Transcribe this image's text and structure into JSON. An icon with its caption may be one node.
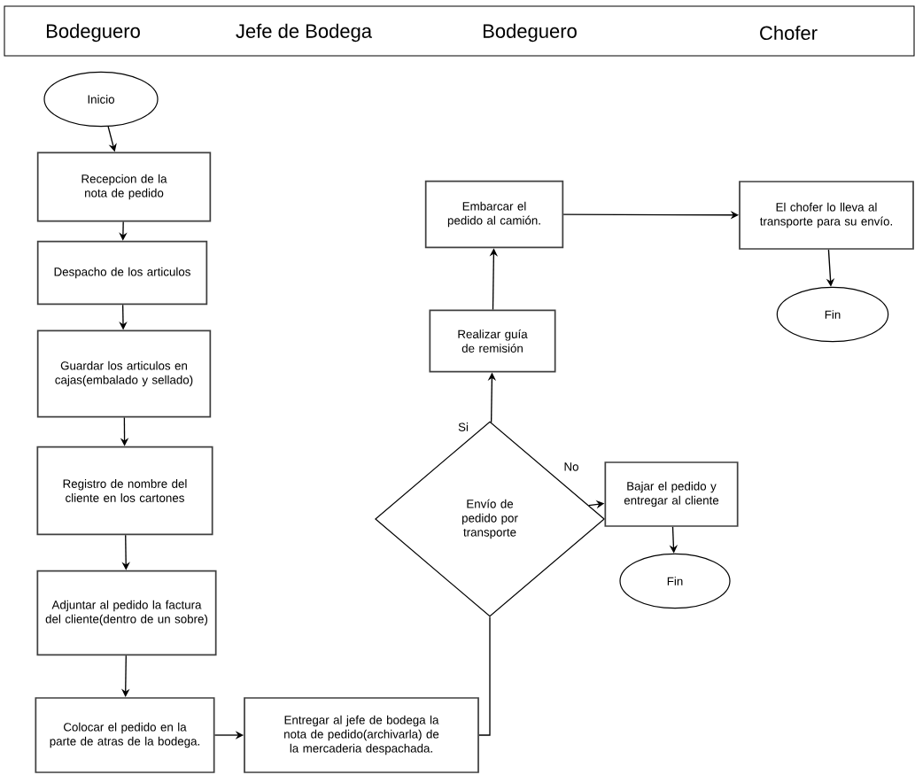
{
  "diagram": {
    "nodes": [
      {
        "text": [
          "Inicio"
        ]
      },
      {
        "text": [
          "Recepcion de la nota de pedido"
        ]
      },
      {
        "text": [
          "Despacho de los articulos"
        ]
      },
      {
        "text": [
          "Guardar los articulos en cajas(embalado y sellado)"
        ]
      },
      {
        "text": [
          "Registro de nombre del cliente en los cartones"
        ]
      },
      {
        "text": [
          "Adjuntar al pedido la factura del cliente(dentro de un sobre)"
        ]
      },
      {
        "text": [
          "Colocar el pedido en la parte de atras de la bodega."
        ]
      },
      {
        "text": [
          "Entregar al jefe de bodega la nota de pedido(archivarla) de la mercaderia despachada."
        ]
      },
      {
        "text": [
          "Envío de pedido por transporte"
        ]
      },
      {
        "text": [
          "Realizar guía de remisión"
        ]
      },
      {
        "text": [
          "Embarcar el pedido al camión."
        ]
      },
      {
        "text": [
          "El chofer lo lleva al transporte para su envío."
        ]
      },
      {
        "text": [
          "Fin"
        ]
      },
      {
        "text": [
          "Bajar el pedido y entregar al cliente"
        ]
      },
      {
        "text": [
          "Fin"
        ]
      }
    ],
    "edges": [
      {
        "from": 0,
        "to": 1,
        "arrow": "to"
      },
      {
        "from": 1,
        "to": 2,
        "arrow": "to"
      },
      {
        "from": 2,
        "to": 3,
        "arrow": "to"
      },
      {
        "from": 3,
        "to": 4,
        "arrow": "to"
      },
      {
        "from": 4,
        "to": 5,
        "arrow": "to"
      },
      {
        "from": 5,
        "to": 6,
        "arrow": "to"
      },
      {
        "from": 6,
        "to": 7,
        "arrow": "to"
      },
      {
        "from": 7,
        "to": 8,
        "arrow": "none"
      },
      {
        "from": 8,
        "to": 9,
        "label": "Si",
        "arrow": "to"
      },
      {
        "from": 9,
        "to": 10,
        "arrow": "to"
      },
      {
        "from": 10,
        "to": 11,
        "arrow": "to"
      },
      {
        "from": 11,
        "to": 12,
        "arrow": "to"
      },
      {
        "from": 8,
        "to": 13,
        "label": "No",
        "arrow": "to"
      },
      {
        "from": 13,
        "to": 14,
        "arrow": "to"
      }
    ],
    "labels": [
      "Bodeguero",
      "Jefe de Bodega",
      "Bodeguero",
      "Chofer"
    ]
  }
}
